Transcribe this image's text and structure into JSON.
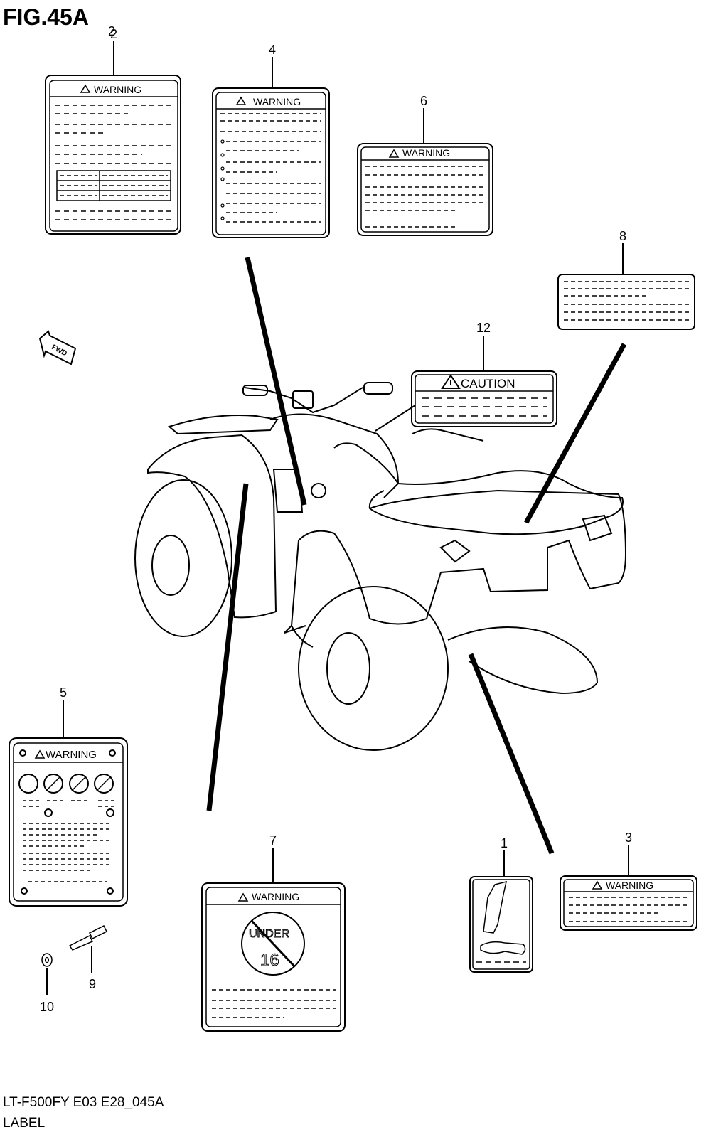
{
  "figure": {
    "title": "FIG.45A",
    "subscript": "2"
  },
  "callouts": [
    "1",
    "2",
    "3",
    "4",
    "5",
    "6",
    "7",
    "8",
    "9",
    "10",
    "12"
  ],
  "labels": {
    "warning": "WARNING",
    "caution": "CAUTION",
    "under_text": "UNDER",
    "age_number": "16",
    "fwd_text": "FWD"
  },
  "footer": {
    "model_code": "LT-F500FY E03 E28_045A",
    "section": "LABEL"
  }
}
